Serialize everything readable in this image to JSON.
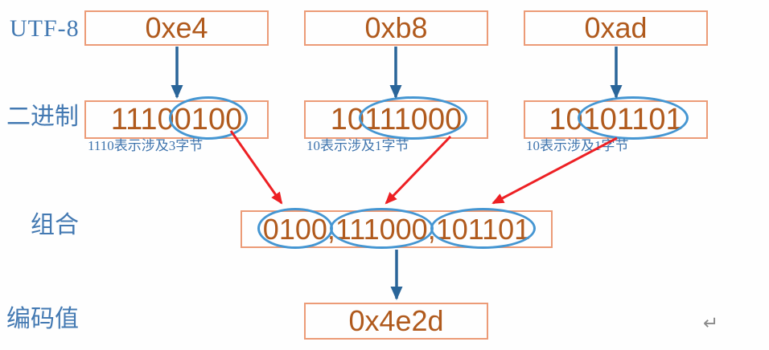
{
  "row_labels": {
    "utf8": "UTF-8",
    "binary": "二进制",
    "combine": "组合",
    "encoded": "编码值"
  },
  "bytes": [
    {
      "hex": "0xe4",
      "binary_prefix": "1110",
      "binary_circled": "0100",
      "note": "1110表示涉及3字节"
    },
    {
      "hex": "0xb8",
      "binary_prefix": "10",
      "binary_circled": "111000",
      "note": "10表示涉及1字节"
    },
    {
      "hex": "0xad",
      "binary_prefix": "10",
      "binary_circled": "101101",
      "note": "10表示涉及1字节"
    }
  ],
  "combination": {
    "part1": "0100",
    "comma1": ",",
    "part2": "111000",
    "comma2": ",",
    "part3": "101101"
  },
  "encoded": {
    "value": "0x4e2d"
  },
  "return_symbol": "↵",
  "colors": {
    "box_border": "#ec9b77",
    "box_text": "#b05a1d",
    "label_blue": "#4379b2",
    "caption_blue": "#3f74ad",
    "arrow_blue": "#2a6599",
    "ellipse_blue": "#4596d2",
    "arrow_red": "#ed2024",
    "return_gray": "#8a8a8a"
  }
}
